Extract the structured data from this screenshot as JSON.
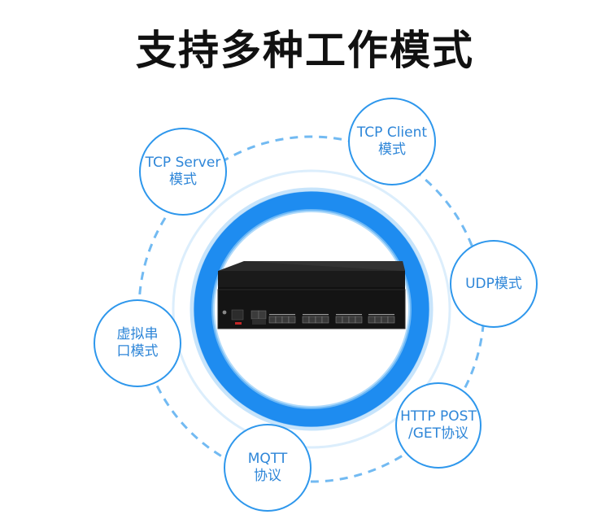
{
  "title": "支持多种工作模式",
  "colors": {
    "accent": "#2e97ec",
    "text": "#2e86d8",
    "heading": "#111111"
  },
  "device": {
    "name": "serial-device-server-icon"
  },
  "modes": [
    {
      "line1": "TCP Server",
      "line2": "模式"
    },
    {
      "line1": "TCP Client",
      "line2": "模式"
    },
    {
      "line1": "UDP模式",
      "line2": ""
    },
    {
      "line1": "HTTP POST",
      "line2": "/GET协议"
    },
    {
      "line1": "MQTT",
      "line2": "协议"
    },
    {
      "line1": "虚拟串",
      "line2": "口模式"
    }
  ]
}
